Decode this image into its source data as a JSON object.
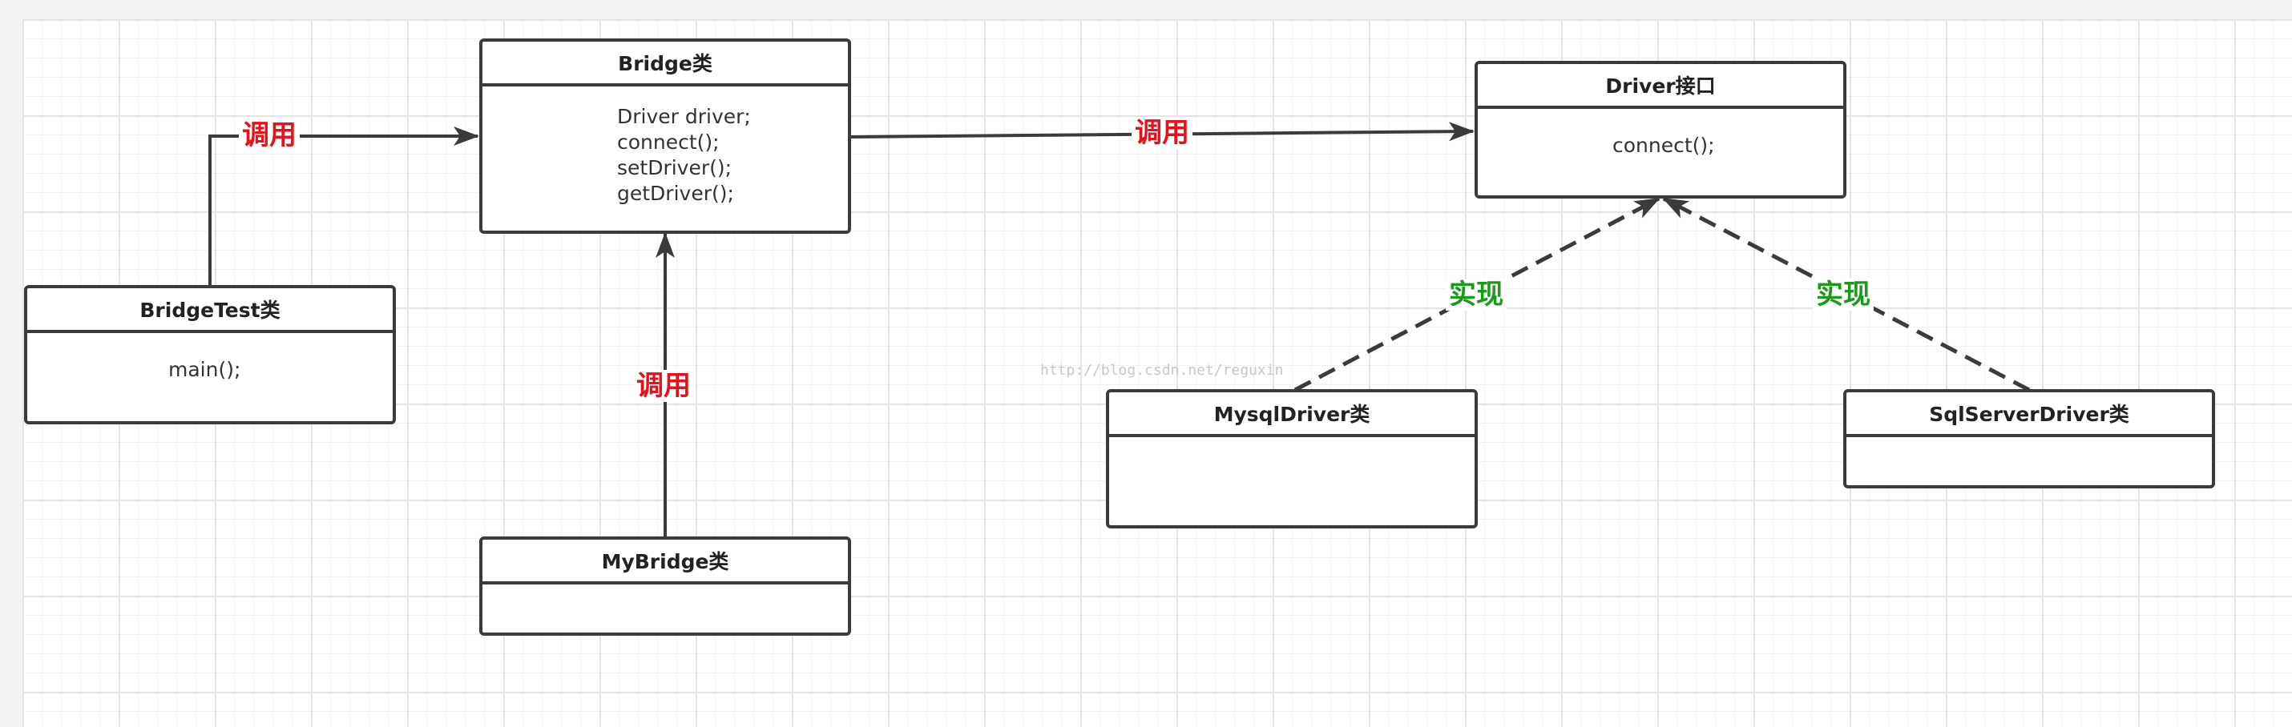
{
  "colors": {
    "call": "#e8111b",
    "implement": "#1a9a1a",
    "line": "#3b3b3b"
  },
  "classes": {
    "bridge": {
      "title": "Bridge类",
      "members": [
        "Driver driver;",
        "connect();",
        "setDriver();",
        "getDriver();"
      ]
    },
    "bridge_test": {
      "title": "BridgeTest类",
      "members": [
        "main();"
      ]
    },
    "my_bridge": {
      "title": "MyBridge类",
      "members": []
    },
    "driver": {
      "title": "Driver接口",
      "members": [
        "connect();"
      ]
    },
    "mysql_driver": {
      "title": "MysqlDriver类",
      "members": []
    },
    "sqlserver_driver": {
      "title": "SqlServerDriver类",
      "members": []
    }
  },
  "relations": {
    "bridgetest_to_bridge": "调用",
    "bridge_to_driver": "调用",
    "mybridge_to_bridge": "调用",
    "mysql_to_driver": "实现",
    "sqlserver_to_driver": "实现"
  },
  "watermark": "http://blog.csdn.net/reguxin"
}
